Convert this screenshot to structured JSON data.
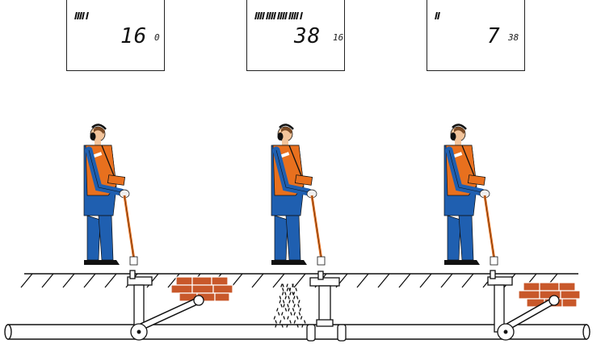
{
  "panels": [
    {
      "bars": 5,
      "main": "16",
      "prev": "0"
    },
    {
      "bars": 17,
      "main": "38",
      "prev": "16"
    },
    {
      "bars": 2,
      "main": "7",
      "prev": "38"
    }
  ],
  "colors": {
    "vest": "#e8701e",
    "suit": "#1f5fb0",
    "brick": "#c8582a",
    "ink": "#111111",
    "skin": "#f2c49b"
  }
}
